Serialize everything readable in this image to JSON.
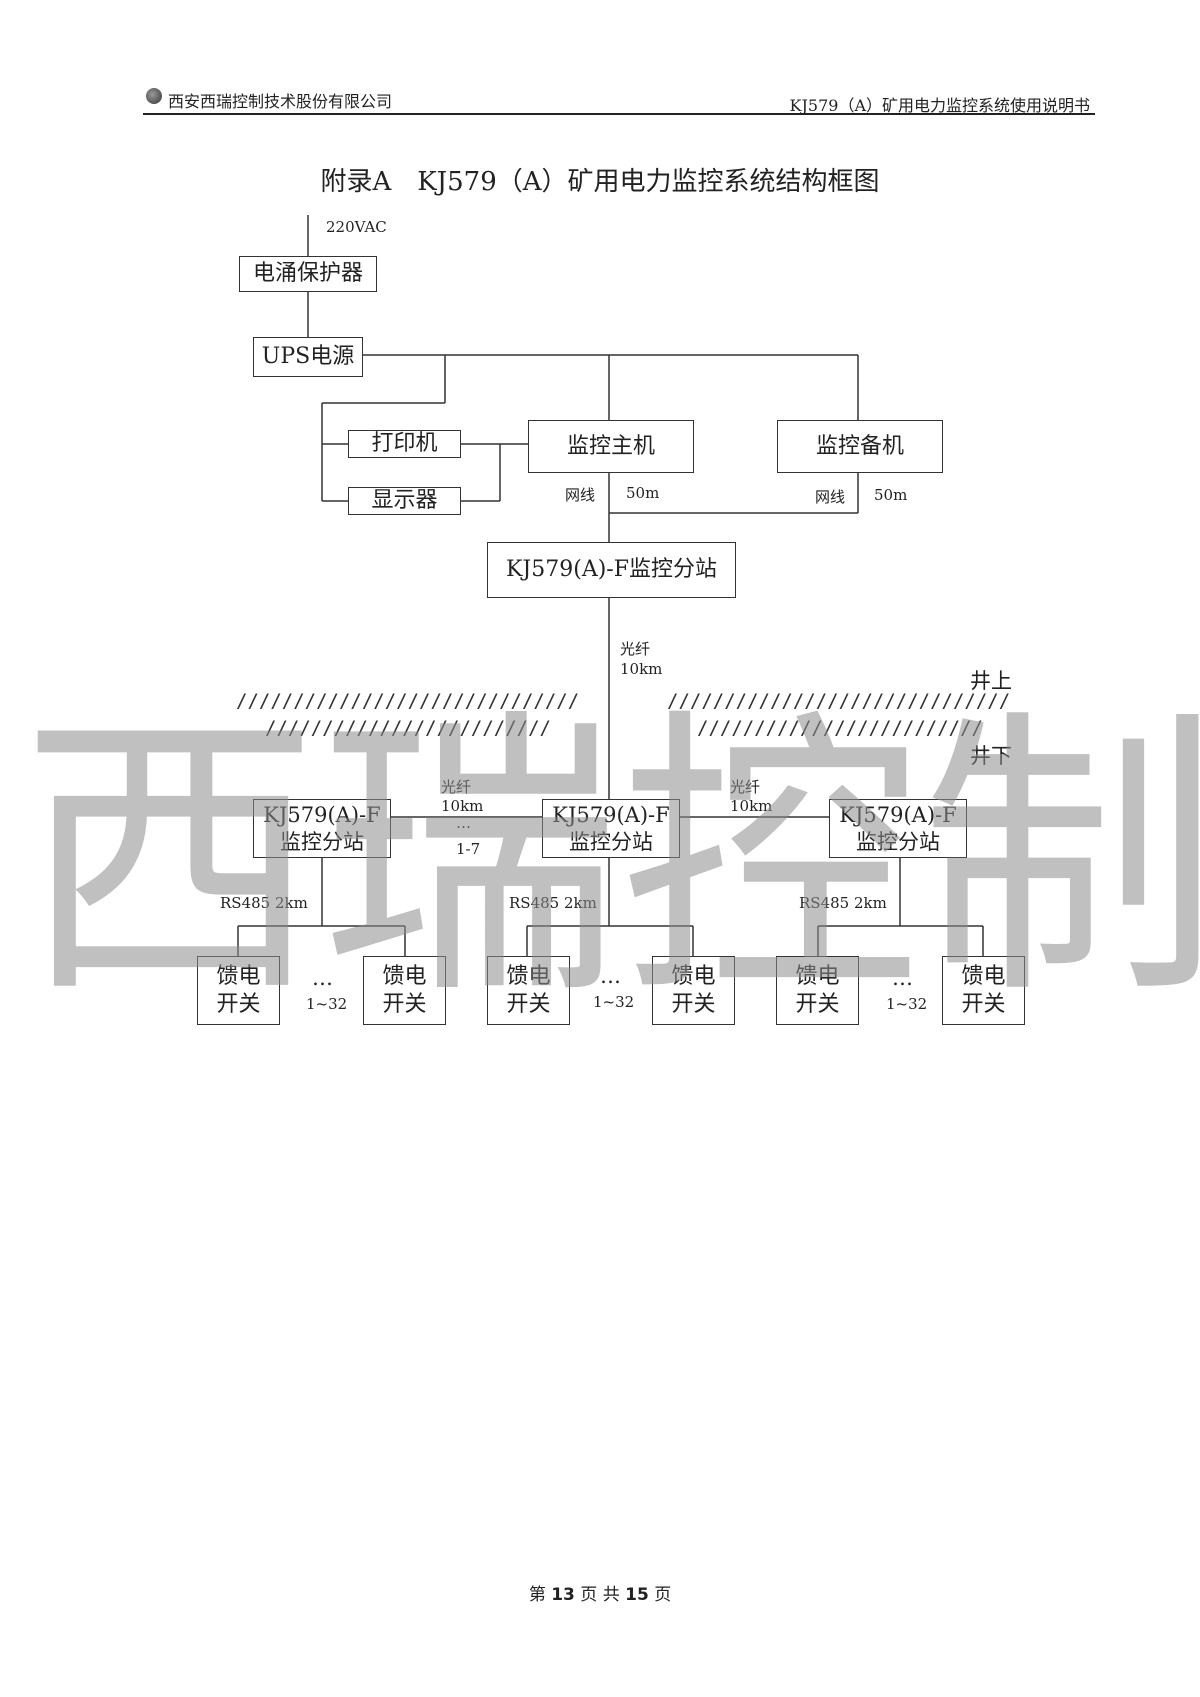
{
  "header": {
    "company": "西安西瑞控制技术股份有限公司",
    "doc_title": "KJ579（A）矿用电力监控系统使用说明书"
  },
  "title": "附录A　KJ579（A）矿用电力监控系统结构框图",
  "nodes": {
    "power_in": "220VAC",
    "surge": "电涌保护器",
    "ups": "UPS电源",
    "printer": "打印机",
    "display": "显示器",
    "main_host": "监控主机",
    "backup_host": "监控备机",
    "surface_substation": "KJ579(A)-F监控分站",
    "substation_line1": "KJ579(A)-F",
    "substation_line2": "监控分站",
    "switch_line1": "馈电",
    "switch_line2": "开关"
  },
  "links": {
    "netline": "网线",
    "netline_len": "50m",
    "fiber": "光纤",
    "fiber_len": "10km",
    "rs485": "RS485 2km",
    "dots": "…",
    "substation_range": "1-7",
    "switch_range": "1~32"
  },
  "zones": {
    "above": "井上",
    "below": "井下",
    "hatch_long": "//////////////////////////////",
    "hatch_short": "/////////////////////////"
  },
  "watermark": "西瑞控制",
  "footer": {
    "page_prefix": "第",
    "page_num": "13",
    "page_mid": "页 共",
    "page_total": "15",
    "page_suffix": "页"
  }
}
